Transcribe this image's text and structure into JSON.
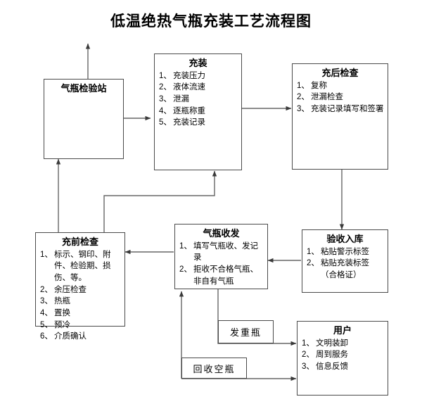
{
  "title": "低温绝热气瓶充装工艺流程图",
  "colors": {
    "background": "#ffffff",
    "box_border": "#4a4a4a",
    "line": "#555555",
    "text": "#000000"
  },
  "nodes": {
    "inspection_station": {
      "title": "气瓶检验站",
      "items": []
    },
    "filling": {
      "title": "充装",
      "items": [
        {
          "num": "1、",
          "text": "充装压力"
        },
        {
          "num": "2、",
          "text": "液体流速"
        },
        {
          "num": "3、",
          "text": "泄漏"
        },
        {
          "num": "4、",
          "text": "逐瓶称重"
        },
        {
          "num": "5、",
          "text": "充装记录"
        }
      ]
    },
    "post_fill_check": {
      "title": "充后检查",
      "items": [
        {
          "num": "1、",
          "text": "复称"
        },
        {
          "num": "2、",
          "text": "泄漏检查"
        },
        {
          "num": "3、",
          "text": "充装记录填写和签署"
        }
      ]
    },
    "pre_fill_check": {
      "title": "充前检查",
      "items": [
        {
          "num": "1、",
          "text": "标示、钢印、附件、检验期、损伤、等。"
        },
        {
          "num": "2、",
          "text": "余压检查"
        },
        {
          "num": "3、",
          "text": "热瓶"
        },
        {
          "num": "4、",
          "text": "置换"
        },
        {
          "num": "5、",
          "text": "预冷"
        },
        {
          "num": "6、",
          "text": "介质确认"
        }
      ]
    },
    "cylinder_dispatch": {
      "title": "气瓶收发",
      "items": [
        {
          "num": "1、",
          "text": "填写气瓶收、发记录"
        },
        {
          "num": "2、",
          "text": "拒收不合格气瓶、非自有气瓶"
        }
      ]
    },
    "acceptance_storage": {
      "title": "验收入库",
      "items": [
        {
          "num": "1、",
          "text": "粘贴警示标签"
        },
        {
          "num": "2、",
          "text": "粘贴充装标签（合格证）"
        }
      ]
    },
    "customer": {
      "title": "用户",
      "items": [
        {
          "num": "1、",
          "text": "文明装卸"
        },
        {
          "num": "2、",
          "text": "周到服务"
        },
        {
          "num": "3、",
          "text": "信息反馈"
        }
      ]
    },
    "deliver_full": {
      "label": "发重瓶"
    },
    "recover_empty": {
      "label": "回收空瓶"
    }
  }
}
